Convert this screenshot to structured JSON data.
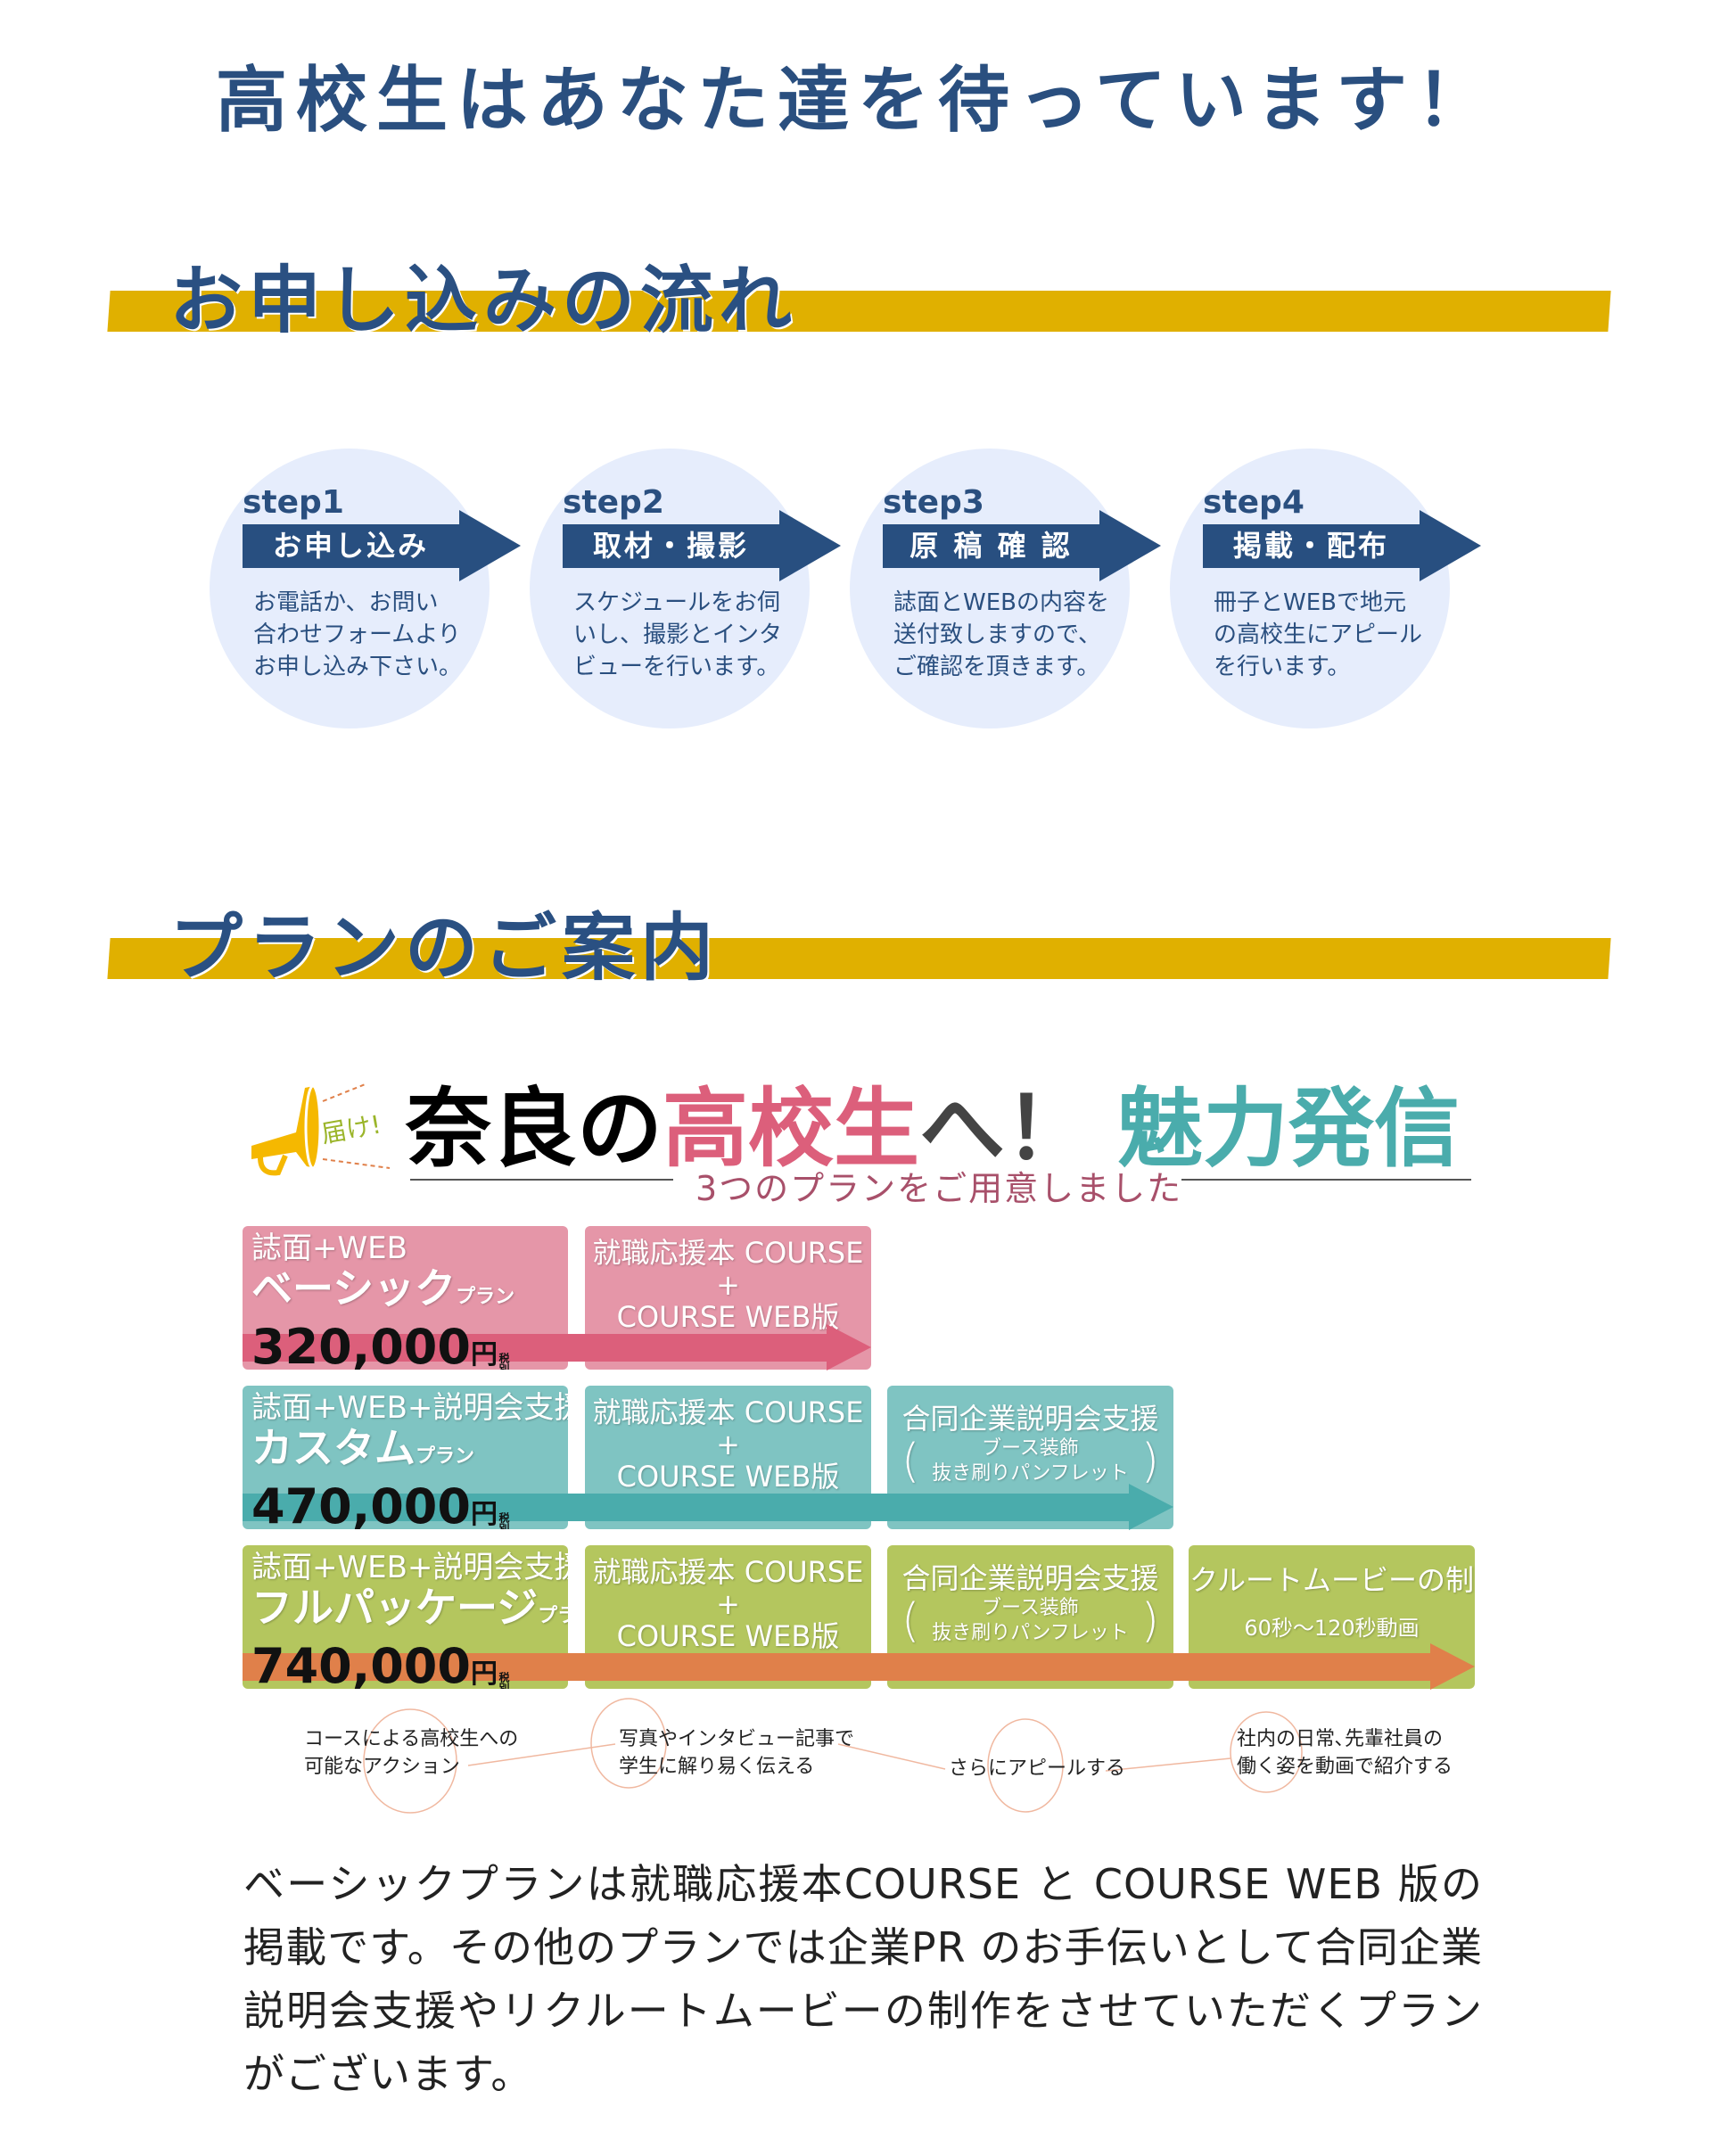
{
  "title": "高校生はあなた達を待っています！",
  "flow": {
    "heading": "お申し込みの流れ",
    "steps": [
      {
        "step": "step1",
        "label": "お申し込み",
        "desc": [
          "お電話か、お問い",
          "合わせフォームより",
          "お申し込み下さい。"
        ]
      },
      {
        "step": "step2",
        "label": "取材・撮影",
        "desc": [
          "スケジュールをお伺",
          "いし、撮影とインタ",
          "ビューを行います。"
        ]
      },
      {
        "step": "step3",
        "label": "原 稿 確 認",
        "desc": [
          "誌面とWEBの内容を",
          "送付致しますので、",
          "ご確認を頂きます。"
        ]
      },
      {
        "step": "step4",
        "label": "掲載・配布",
        "desc": [
          "冊子とWEBで地元",
          "の高校生にアピール",
          "を行います。"
        ]
      }
    ]
  },
  "plans": {
    "heading": "プランのご案内",
    "banner": {
      "megaphone_text": "届け!",
      "part1": "奈良の",
      "part2": "高校生",
      "part3": "へ！",
      "part4": "魅力発信",
      "subtitle": "3つのプランをご用意しました"
    },
    "rows": [
      {
        "media": "誌面+WEB",
        "name": "ベーシック",
        "suffix": "プラン",
        "price": "320,000",
        "yen": "円",
        "tax": "税別",
        "color": "#e596a8",
        "arrow_color": "#dc5f7b"
      },
      {
        "media": "誌面+WEB+説明会支援",
        "name": "カスタム",
        "suffix": "プラン",
        "price": "470,000",
        "yen": "円",
        "tax": "税別",
        "color": "#7fc4c2",
        "arrow_color": "#4aacac"
      },
      {
        "media": "誌面+WEB+説明会支援+動画",
        "name": "フルパッケージ",
        "suffix": "プラン",
        "price": "740,000",
        "yen": "円",
        "tax": "税別",
        "color": "#b4c65e",
        "arrow_color": "#e0804a"
      }
    ],
    "items": {
      "course": {
        "line1": "就職応援本 COURSE",
        "plus": "+",
        "line2": "COURSE WEB版"
      },
      "fair": {
        "line1": "合同企業説明会支援",
        "sub1": "ブース装飾",
        "sub2": "抜き刷りパンフレット",
        "lp": "(",
        "rp": ")"
      },
      "movie": {
        "line1": "リクルートムービーの制作",
        "line2": "60秒〜120秒動画"
      }
    },
    "notes": [
      [
        "コースによる高校生への",
        "可能なアクション"
      ],
      [
        "写真やインタビュー記事で",
        "学生に解り易く伝える"
      ],
      [
        "さらにアピールする"
      ],
      [
        "社内の日常､先輩社員の",
        "働く姿を動画で紹介する"
      ]
    ],
    "description": "ベーシックプランは就職応援本COURSE と COURSE WEB 版の掲載です。その他のプランでは企業PR のお手伝いとして合同企業説明会支援やリクルートムービーの制作をさせていただくプランがございます。"
  }
}
